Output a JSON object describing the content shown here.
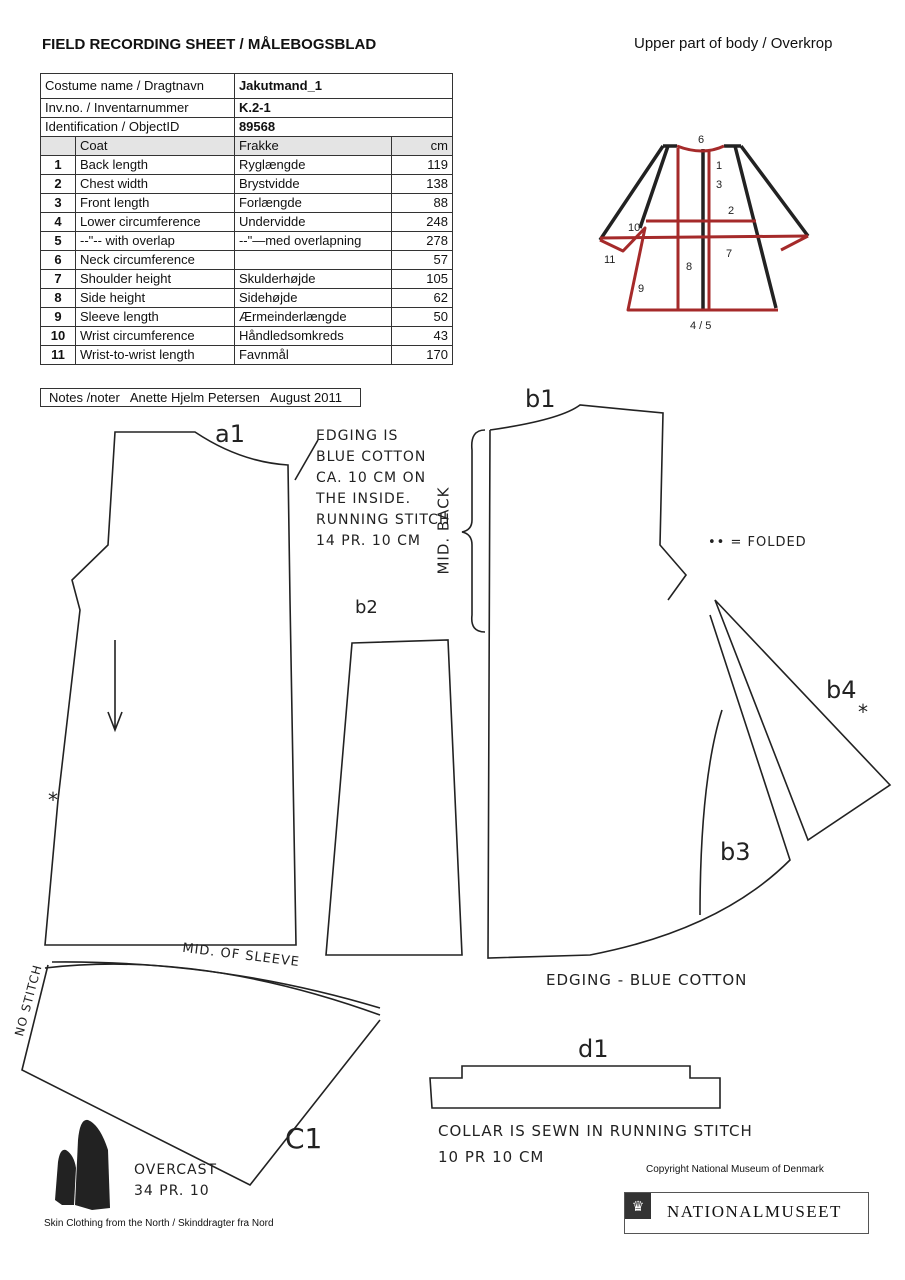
{
  "header": {
    "title": "FIELD RECORDING SHEET / MÅLEBOGSBLAD",
    "section": "Upper part of body / Overkrop"
  },
  "info": [
    {
      "label": "Costume name / Dragtnavn",
      "value": "Jakutmand_1"
    },
    {
      "label": "Inv.no. / Inventarnummer",
      "value": "K.2-1"
    },
    {
      "label": "Identification / ObjectID",
      "value": "89568"
    }
  ],
  "table": {
    "headers": [
      "Coat",
      "Frakke",
      "cm"
    ],
    "rows": [
      {
        "n": "1",
        "en": "Back length",
        "da": "Ryglængde",
        "cm": "119"
      },
      {
        "n": "2",
        "en": "Chest width",
        "da": "Brystvidde",
        "cm": "138"
      },
      {
        "n": "3",
        "en": "Front length",
        "da": "Forlængde",
        "cm": "88"
      },
      {
        "n": "4",
        "en": "Lower circumference",
        "da": "Undervidde",
        "cm": "248"
      },
      {
        "n": "5",
        "en": "--\"-- with overlap",
        "da": "--\"—med overlapning",
        "cm": "278"
      },
      {
        "n": "6",
        "en": "Neck circumference",
        "da": "",
        "cm": "57"
      },
      {
        "n": "7",
        "en": "Shoulder height",
        "da": "Skulderhøjde",
        "cm": "105"
      },
      {
        "n": "8",
        "en": "Side height",
        "da": "Sidehøjde",
        "cm": "62"
      },
      {
        "n": "9",
        "en": "Sleeve length",
        "da": "Ærmeinderlængde",
        "cm": "50"
      },
      {
        "n": "10",
        "en": "Wrist circumference",
        "da": "Håndledsomkreds",
        "cm": "43"
      },
      {
        "n": "11",
        "en": "Wrist-to-wrist length",
        "da": "Favnmål",
        "cm": "170"
      }
    ]
  },
  "notes": {
    "label": "Notes /noter",
    "author": "Anette Hjelm Petersen",
    "date": "August 2011"
  },
  "diagram_labels": [
    "1",
    "2",
    "3",
    "4 / 5",
    "6",
    "7",
    "8",
    "9",
    "10",
    "11"
  ],
  "pieces": {
    "a1": "a1",
    "b1": "b1",
    "b2": "b2",
    "b3": "b3",
    "b4": "b4",
    "c1": "C1",
    "d1": "d1"
  },
  "handnotes": {
    "edging": [
      "EDGING IS",
      "BLUE COTTON",
      "CA. 10 CM ON",
      "THE INSIDE.",
      "RUNNING STITCH",
      "14 PR. 10 CM"
    ],
    "mid_back": "MID. BACK",
    "folded": "= FOLDED",
    "edging_bottom": "EDGING - BLUE COTTON",
    "mid_sleeve": "MID. OF SLEEVE",
    "no_stitch": "NO STITCH",
    "overcast": [
      "OVERCAST",
      "34 PR. 10"
    ],
    "collar": [
      "COLLAR IS SEWN IN RUNNING STITCH",
      "10 PR 10 CM"
    ]
  },
  "footer": {
    "series": "Skin Clothing from the North / Skinddragter fra Nord",
    "copyright": "Copyright National Museum of Denmark",
    "logo": "NATIONALMUSEET"
  },
  "colors": {
    "red": "#a52a2a",
    "ink": "#222222"
  }
}
